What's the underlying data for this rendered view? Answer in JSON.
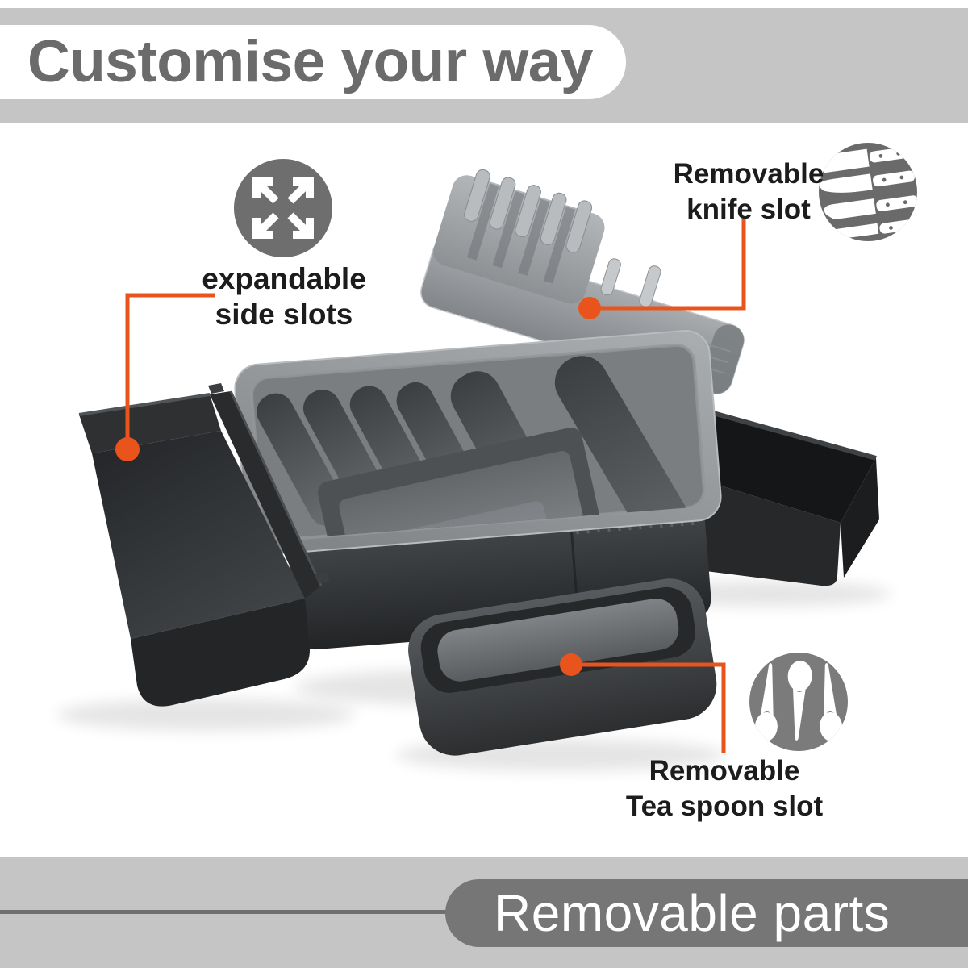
{
  "colors": {
    "accent": "#E8541C",
    "band": "#C5C5C5",
    "footer_banner": "#767676",
    "footer_rule": "#6F6F6F",
    "title_text": "#6B6B6B",
    "label_text": "#1C1C1C",
    "banner_bg": "#FFFFFF",
    "expand_icon_circle": "#6E6E6E",
    "knife_icon_circle": "#6A6A6A",
    "spoon_icon_circle": "#7B7B7B"
  },
  "header": {
    "title": "Customise your way"
  },
  "labels": {
    "expandable": {
      "line1": "expandable",
      "line2": "side slots"
    },
    "knife": {
      "line1": "Removable",
      "line2": "knife slot"
    },
    "teaspoon": {
      "line1": "Removable",
      "line2": "Tea spoon slot"
    }
  },
  "footer": {
    "label": "Removable parts"
  },
  "icons": [
    {
      "name": "expand-arrows-icon"
    },
    {
      "name": "knife-set-icon"
    },
    {
      "name": "spoons-icon"
    }
  ]
}
